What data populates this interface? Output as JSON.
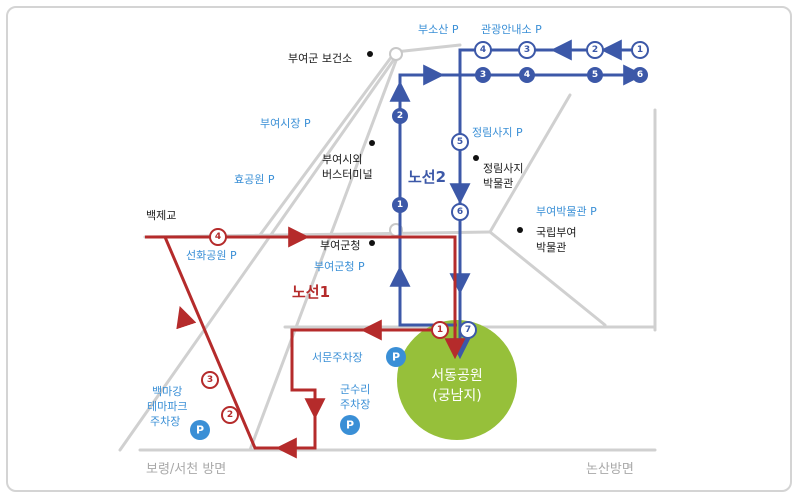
{
  "colors": {
    "road": "#d0d0d0",
    "route1": "#b52b2b",
    "route2": "#3c58a8",
    "park": "#96c03a",
    "parking_label": "#3a8fd6",
    "direction": "#a9a9a9"
  },
  "map": {
    "landmarks": {
      "buyeo_health_center": "부여군 보건소",
      "terminal_line1": "부여시외",
      "terminal_line2": "버스터미널",
      "county_office": "부여군청",
      "jeongnimsaji_museum_line1": "정림사지",
      "jeongnimsaji_museum_line2": "박물관",
      "national_museum_line1": "국립부여",
      "national_museum_line2": "박물관",
      "baekjegyo": "백제교"
    },
    "parking": {
      "busosan": "부소산 P",
      "tourist_info": "관광안내소 P",
      "market": "부여시장 P",
      "hyogongwon": "효공원 P",
      "jeongnimsaji": "정림사지 P",
      "museum": "부여박물관 P",
      "seonhwa": "선화공원 P",
      "county_office": "부여군청 P",
      "seomun": "서문주차장",
      "gunsuri_line1": "군수리",
      "gunsuri_line2": "주차장",
      "baekmagang_line1": "백마강",
      "baekmagang_line2": "테마파크",
      "baekmagang_line3": "주차장",
      "icon_letter": "P"
    },
    "park": {
      "line1": "서동공원",
      "line2": "(궁남지)"
    },
    "routes": {
      "route1_label": "노선1",
      "route2_label": "노선2"
    },
    "directions": {
      "boryeong": "보령/서천 방면",
      "nonsan": "논산방면"
    },
    "stops": {
      "route1": [
        "1",
        "2",
        "3",
        "4"
      ],
      "route2_top": [
        "1",
        "2",
        "3",
        "4"
      ],
      "route2_lower": [
        "3",
        "4",
        "5",
        "6"
      ],
      "route2_vertical": [
        "5",
        "6",
        "7"
      ],
      "route2_left": [
        "1",
        "2"
      ]
    }
  }
}
